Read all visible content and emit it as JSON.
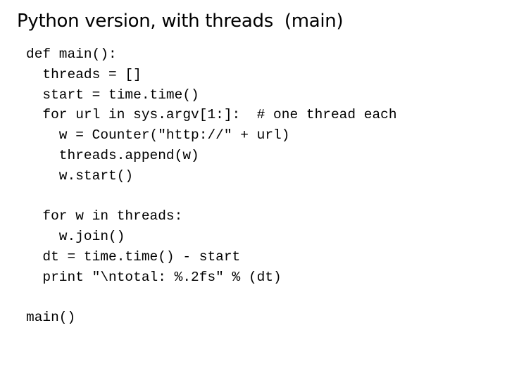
{
  "slide": {
    "title": "Python version, with threads  (main)"
  },
  "code": {
    "lines": [
      "def main():",
      "  threads = []",
      "  start = time.time()",
      "  for url in sys.argv[1:]:  # one thread each",
      "    w = Counter(\"http://\" + url)",
      "    threads.append(w)",
      "    w.start()",
      "",
      "  for w in threads:",
      "    w.join()",
      "  dt = time.time() - start",
      "  print \"\\ntotal: %.2fs\" % (dt)",
      "",
      "main()"
    ]
  }
}
